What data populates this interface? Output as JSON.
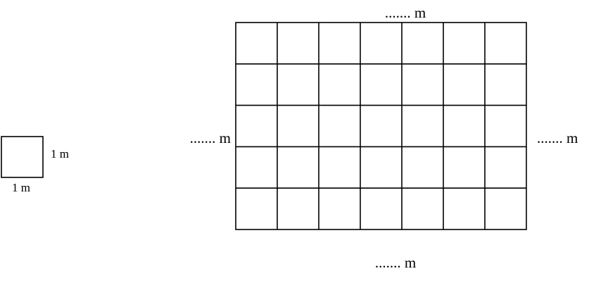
{
  "unit_square": {
    "side_label": "1 m",
    "bottom_label": "1 m"
  },
  "grid": {
    "columns": 7,
    "rows": 5,
    "top_label": "....... m",
    "bottom_label": "....... m",
    "left_label": "....... m",
    "right_label": "....... m"
  },
  "colors": {
    "stroke": "#000000",
    "background": "#ffffff"
  }
}
